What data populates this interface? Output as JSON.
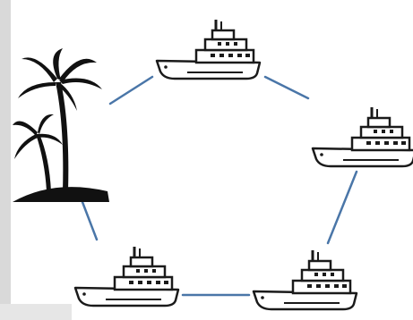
{
  "diagram": {
    "nodes": [
      {
        "id": "island",
        "icon": "palm-island-icon"
      },
      {
        "id": "ship-top",
        "icon": "cruise-ship-icon"
      },
      {
        "id": "ship-right",
        "icon": "cruise-ship-icon"
      },
      {
        "id": "ship-bottom-right",
        "icon": "cruise-ship-icon"
      },
      {
        "id": "ship-bottom-left",
        "icon": "cruise-ship-icon"
      }
    ],
    "edges": [
      [
        "island",
        "ship-top"
      ],
      [
        "ship-top",
        "ship-right"
      ],
      [
        "ship-right",
        "ship-bottom-right"
      ],
      [
        "ship-bottom-right",
        "ship-bottom-left"
      ],
      [
        "ship-bottom-left",
        "island"
      ]
    ],
    "colors": {
      "connector": "#4a76a8",
      "icon": "#1a1a1a",
      "background": "#ffffff"
    }
  }
}
